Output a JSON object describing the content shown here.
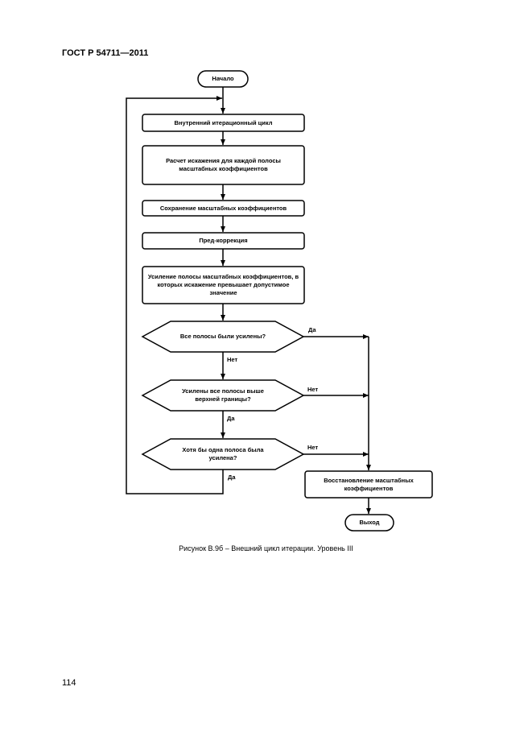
{
  "header": "ГОСТ Р 54711—2011",
  "page_number": "114",
  "caption": "Рисунок В.9б – Внешний цикл итерации. Уровень III",
  "flowchart": {
    "start": "Начало",
    "step_inner_loop": "Внутренний итерационный цикл",
    "step_distortion": "Расчет искажения для каждой полосы масштабных коэффициентов",
    "step_save": "Сохранение масштабных коэффициентов",
    "step_precorrection": "Пред-коррекция",
    "step_amplify": "Усиление полосы масштабных коэффициентов, в которых искажение превышает допустимое значение",
    "decision_all_amplified": "Все полосы были усилены?",
    "decision_above_limit": "Усилены все полосы выше верхней границы?",
    "decision_at_least_one": "Хотя бы одна полоса была усилена?",
    "step_restore": "Восстановление масштабных коэффициентов",
    "exit": "Выход",
    "labels": {
      "yes_1": "Да",
      "no_1": "Нет",
      "no_2": "Нет",
      "yes_2": "Да",
      "no_3": "Нет",
      "yes_3": "Да"
    }
  }
}
